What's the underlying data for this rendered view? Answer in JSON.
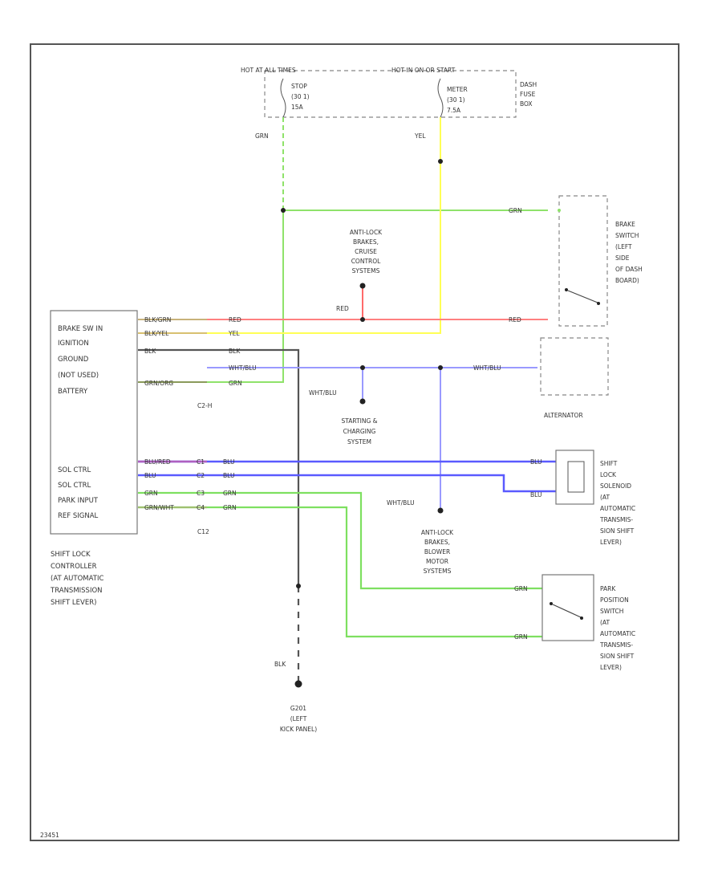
{
  "fuse_box": {
    "header_left": "HOT AT ALL TIMES",
    "header_right": "HOT IN ON OR START",
    "fuse1": [
      "STOP",
      "(30 1)",
      "15A"
    ],
    "fuse2": [
      "METER",
      "(30 1)",
      "7.5A"
    ],
    "label": [
      "DASH",
      "FUSE",
      "BOX"
    ]
  },
  "controller": {
    "pins_top": [
      "BRAKE SW IN",
      "IGNITION",
      "GROUND",
      "(NOT USED)",
      "BATTERY"
    ],
    "pins_bottom": [
      "SOL CTRL",
      "SOL CTRL",
      "PARK INPUT",
      "REF SIGNAL"
    ],
    "connector_top": "C2-H",
    "connector_bottom": "C12",
    "caption": [
      "SHIFT LOCK",
      "CONTROLLER",
      "(AT AUTOMATIC",
      "TRANSMISSION",
      "SHIFT LEVER)"
    ]
  },
  "brake_switch": [
    "BRAKE",
    "SWITCH",
    "(LEFT",
    "SIDE",
    "OF DASH",
    "BOARD)"
  ],
  "alternator": "ALTERNATOR",
  "solenoid": [
    "SHIFT",
    "LOCK",
    "SOLENOID",
    "(AT",
    "AUTOMATIC",
    "TRANSMIS-",
    "SION SHIFT",
    "LEVER)"
  ],
  "park_switch": [
    "PARK",
    "POSITION",
    "SWITCH",
    "(AT",
    "AUTOMATIC",
    "TRANSMIS-",
    "SION SHIFT",
    "LEVER)"
  ],
  "systems": {
    "cruise": [
      "ANTI-LOCK",
      "BRAKES,",
      "CRUISE",
      "CONTROL",
      "SYSTEMS"
    ],
    "charging": [
      "STARTING &",
      "CHARGING",
      "SYSTEM"
    ],
    "blower": [
      "ANTI-LOCK",
      "BRAKES,",
      "BLOWER",
      "MOTOR",
      "SYSTEMS"
    ]
  },
  "ground": [
    "G201",
    "(LEFT",
    "KICK PANEL)"
  ],
  "wire_labels": {
    "grn": "GRN",
    "yel": "YEL",
    "red": "RED",
    "blk": "BLK",
    "blu": "BLU",
    "wht_blu": "WHT/BLU",
    "blk_grn": "BLK/GRN",
    "blk_yel": "BLK/YEL",
    "grn_org": "GRN/ORG",
    "blu_red": "BLU/RED",
    "grn_wht": "GRN/WHT"
  },
  "pin_labels": [
    "C1",
    "C2",
    "C3",
    "C4"
  ],
  "diagram_id": "23451"
}
